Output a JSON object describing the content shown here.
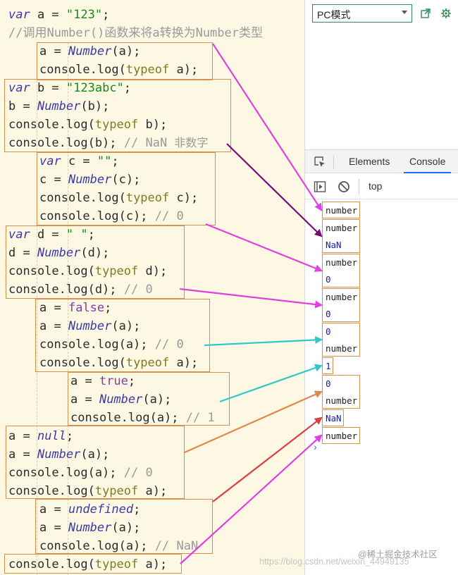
{
  "editor": {
    "lines": [
      [
        {
          "t": "var",
          "c": "kw"
        },
        {
          "t": " a = "
        },
        {
          "t": "\"123\"",
          "c": "str"
        },
        {
          "t": ";"
        }
      ],
      [
        {
          "t": "//调用Number()函数来将a转换为Number类型",
          "c": "cm"
        }
      ],
      [
        {
          "t": "a = "
        },
        {
          "t": "Number",
          "c": "fn"
        },
        {
          "t": "(a);"
        }
      ],
      [
        {
          "t": "console.log("
        },
        {
          "t": "typeof",
          "c": "ty"
        },
        {
          "t": " a);"
        }
      ],
      [
        {
          "t": "var",
          "c": "kw"
        },
        {
          "t": " b = "
        },
        {
          "t": "\"123abc\"",
          "c": "str"
        },
        {
          "t": ";"
        }
      ],
      [
        {
          "t": "b = "
        },
        {
          "t": "Number",
          "c": "fn"
        },
        {
          "t": "(b);"
        }
      ],
      [
        {
          "t": "console.log("
        },
        {
          "t": "typeof",
          "c": "ty"
        },
        {
          "t": " b);"
        }
      ],
      [
        {
          "t": "console.log(b); "
        },
        {
          "t": "// NaN ",
          "c": "cm"
        },
        {
          "t": "非数字",
          "c": "cm-cn"
        }
      ],
      [
        {
          "t": "var",
          "c": "kw"
        },
        {
          "t": " c = "
        },
        {
          "t": "\"\"",
          "c": "str"
        },
        {
          "t": ";"
        }
      ],
      [
        {
          "t": "c = "
        },
        {
          "t": "Number",
          "c": "fn"
        },
        {
          "t": "(c);"
        }
      ],
      [
        {
          "t": "console.log("
        },
        {
          "t": "typeof",
          "c": "ty"
        },
        {
          "t": " c);"
        }
      ],
      [
        {
          "t": "console.log(c); "
        },
        {
          "t": "// 0",
          "c": "cm"
        }
      ],
      [
        {
          "t": "var",
          "c": "kw"
        },
        {
          "t": " d = "
        },
        {
          "t": "\" \"",
          "c": "str"
        },
        {
          "t": ";"
        }
      ],
      [
        {
          "t": "d = "
        },
        {
          "t": "Number",
          "c": "fn"
        },
        {
          "t": "(d);"
        }
      ],
      [
        {
          "t": "console.log("
        },
        {
          "t": "typeof",
          "c": "ty"
        },
        {
          "t": " d);"
        }
      ],
      [
        {
          "t": "console.log(d); "
        },
        {
          "t": "// 0",
          "c": "cm"
        }
      ],
      [
        {
          "t": "a = "
        },
        {
          "t": "false",
          "c": "lit"
        },
        {
          "t": ";"
        }
      ],
      [
        {
          "t": "a = "
        },
        {
          "t": "Number",
          "c": "fn"
        },
        {
          "t": "(a);"
        }
      ],
      [
        {
          "t": "console.log(a); "
        },
        {
          "t": "// 0",
          "c": "cm"
        }
      ],
      [
        {
          "t": "console.log("
        },
        {
          "t": "typeof",
          "c": "ty"
        },
        {
          "t": " a);"
        }
      ],
      [
        {
          "t": "a = "
        },
        {
          "t": "true",
          "c": "lit"
        },
        {
          "t": ";"
        }
      ],
      [
        {
          "t": "a = "
        },
        {
          "t": "Number",
          "c": "fn"
        },
        {
          "t": "(a);"
        }
      ],
      [
        {
          "t": "console.log(a); "
        },
        {
          "t": "// 1",
          "c": "cm"
        }
      ],
      [
        {
          "t": "a = "
        },
        {
          "t": "null",
          "c": "lit-it"
        },
        {
          "t": ";"
        }
      ],
      [
        {
          "t": "a = "
        },
        {
          "t": "Number",
          "c": "fn"
        },
        {
          "t": "(a);"
        }
      ],
      [
        {
          "t": "console.log(a); "
        },
        {
          "t": "// 0",
          "c": "cm"
        }
      ],
      [
        {
          "t": "console.log("
        },
        {
          "t": "typeof",
          "c": "ty"
        },
        {
          "t": " a);"
        }
      ],
      [
        {
          "t": "a = "
        },
        {
          "t": "undefined",
          "c": "lit-it"
        },
        {
          "t": ";"
        }
      ],
      [
        {
          "t": "a = "
        },
        {
          "t": "Number",
          "c": "fn"
        },
        {
          "t": "(a);"
        }
      ],
      [
        {
          "t": "console.log(a); "
        },
        {
          "t": "// NaN",
          "c": "cm"
        }
      ],
      [
        {
          "t": "console.log("
        },
        {
          "t": "typeof",
          "c": "ty"
        },
        {
          "t": " a);"
        }
      ]
    ]
  },
  "devtools": {
    "mode_select": "PC模式",
    "tabs": [
      "Elements",
      "Console"
    ],
    "active_tab": "Console",
    "context": "top",
    "prompt": "›",
    "console_groups": [
      [
        {
          "v": "number",
          "k": "str"
        }
      ],
      [
        {
          "v": "number",
          "k": "str"
        },
        {
          "v": "NaN",
          "k": "num"
        }
      ],
      [
        {
          "v": "number",
          "k": "str"
        },
        {
          "v": "0",
          "k": "num"
        }
      ],
      [
        {
          "v": "number",
          "k": "str"
        },
        {
          "v": "0",
          "k": "num"
        }
      ],
      [
        {
          "v": "0",
          "k": "num"
        },
        {
          "v": "number",
          "k": "str"
        }
      ],
      [
        {
          "v": "1",
          "k": "num"
        }
      ],
      [
        {
          "v": "0",
          "k": "num"
        },
        {
          "v": "number",
          "k": "str"
        }
      ],
      [
        {
          "v": "NaN",
          "k": "num"
        }
      ],
      [
        {
          "v": "number",
          "k": "str"
        }
      ]
    ]
  },
  "arrow_colors": [
    "#e040e0",
    "#7a0a7a",
    "#e040e0",
    "#e040e0",
    "#2ec8c8",
    "#2ec8c8",
    "#e0884a",
    "#d94040",
    "#e040e0"
  ],
  "watermark": "https://blog.csdn.net/weixin_44949135",
  "watermark_2": "@稀土掘金技术社区"
}
